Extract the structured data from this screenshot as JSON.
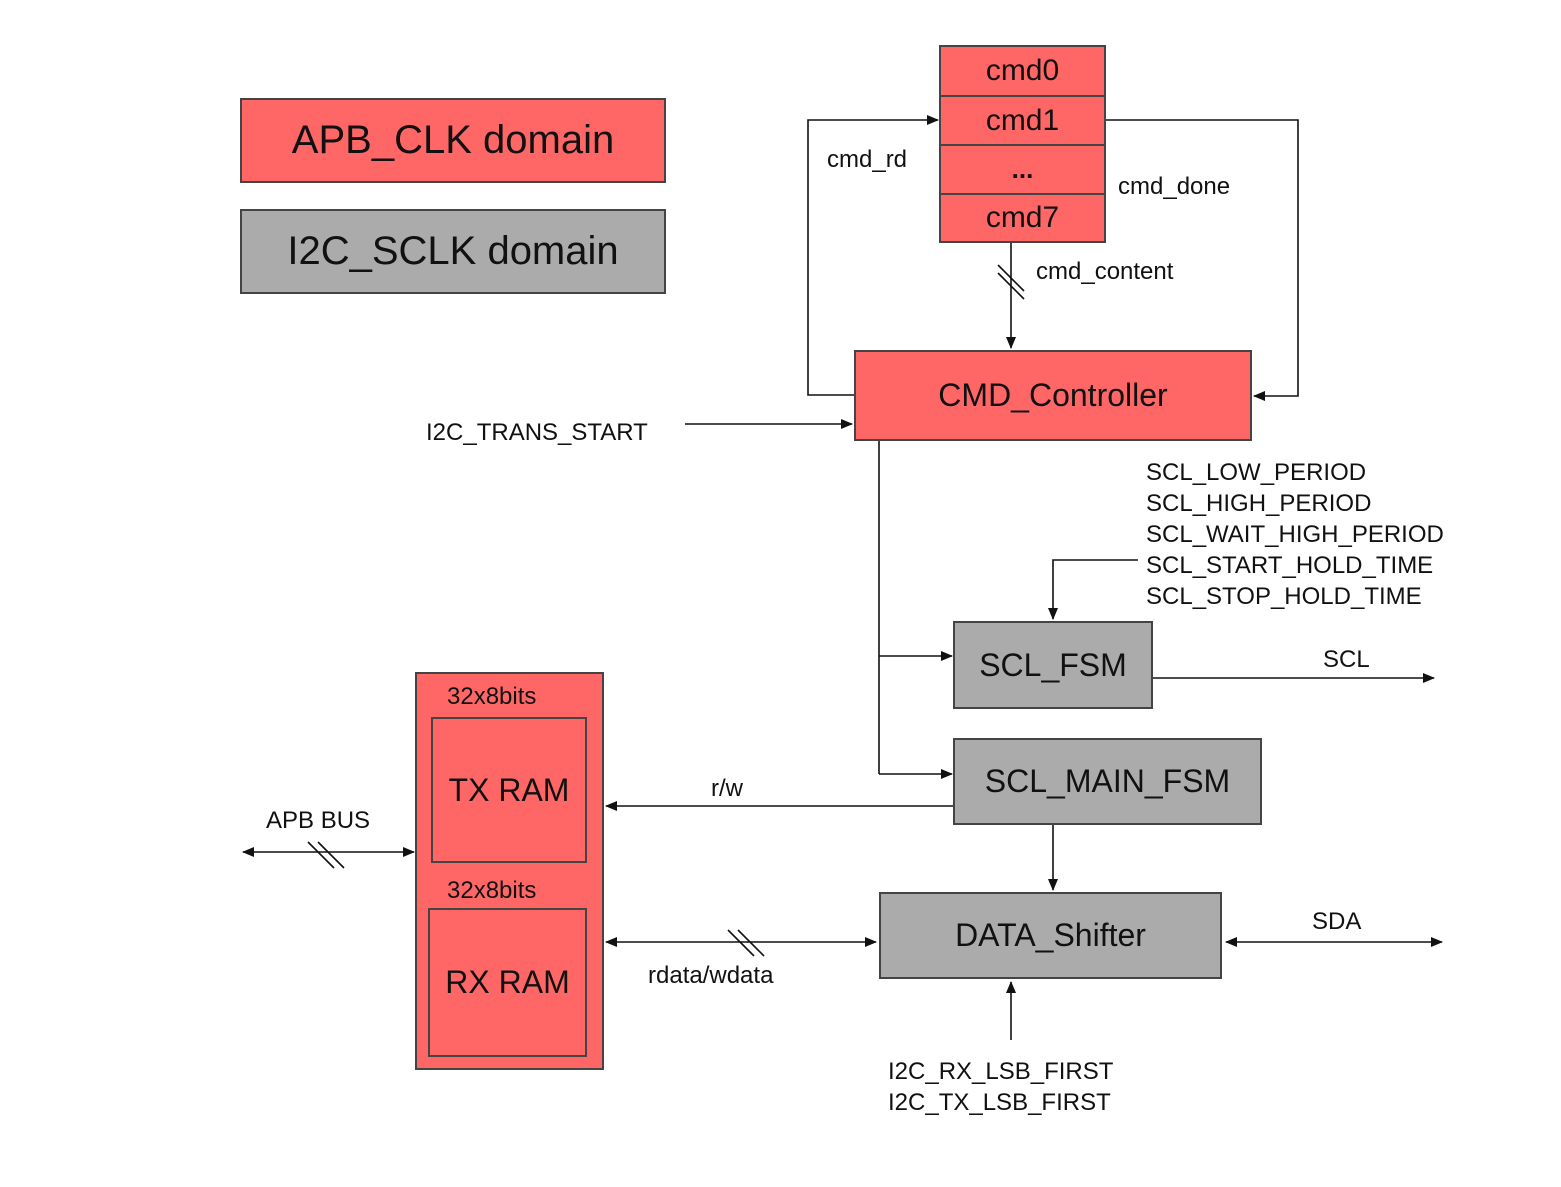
{
  "legend": {
    "apb_domain": "APB_CLK domain",
    "i2c_domain": "I2C_SCLK domain"
  },
  "cmd_list": [
    "cmd0",
    "cmd1",
    "...",
    "cmd7"
  ],
  "blocks": {
    "cmd_controller": "CMD_Controller",
    "scl_fsm": "SCL_FSM",
    "scl_main_fsm": "SCL_MAIN_FSM",
    "data_shifter": "DATA_Shifter",
    "tx_ram": "TX RAM",
    "rx_ram": "RX RAM",
    "tx_size": "32x8bits",
    "rx_size": "32x8bits"
  },
  "signals": {
    "cmd_rd": "cmd_rd",
    "cmd_done": "cmd_done",
    "cmd_content": "cmd_content",
    "trans_start": "I2C_TRANS_START",
    "scl": "SCL",
    "sda": "SDA",
    "rw": "r/w",
    "apb_bus": "APB BUS",
    "rdata_wdata": "rdata/wdata",
    "scl_params": [
      "SCL_LOW_PERIOD",
      "SCL_HIGH_PERIOD",
      "SCL_WAIT_HIGH_PERIOD",
      "SCL_START_HOLD_TIME",
      "SCL_STOP_HOLD_TIME"
    ],
    "lsb_params": [
      "I2C_RX_LSB_FIRST",
      "I2C_TX_LSB_FIRST"
    ]
  },
  "colors": {
    "apb_domain": "#ff6666",
    "i2c_domain": "#ababab"
  }
}
